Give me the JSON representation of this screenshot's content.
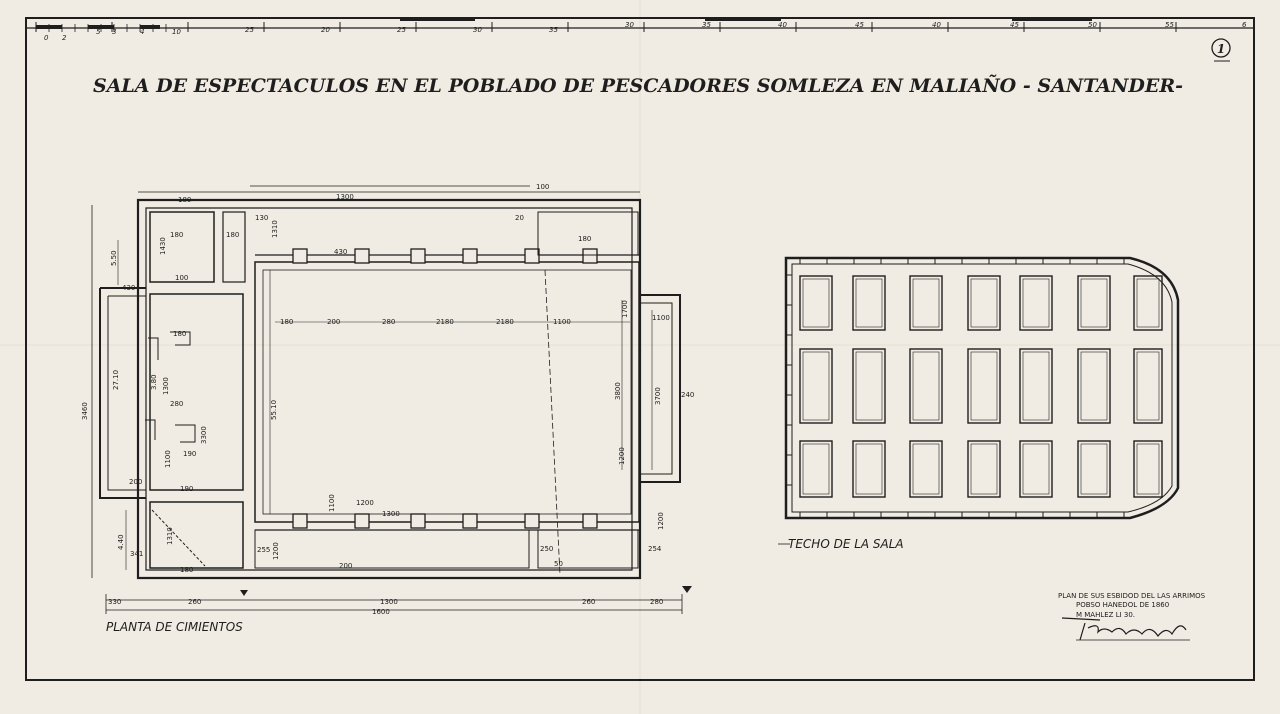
{
  "title": "SALA DE ESPECTACULOS EN EL POBLADO DE PESCADORES SOMLEZA EN MALIAÑO - SANTANDER-",
  "sheet_number": "1",
  "plan_label": "PLANTA DE CIMIENTOS",
  "ceiling_label": "TECHO DE LA SALA",
  "scale_bar": {
    "labels": [
      "0",
      "2",
      "5",
      "3",
      "4",
      "10",
      "25",
      "20",
      "25",
      "30",
      "35",
      "30",
      "35",
      "40",
      "45",
      "40",
      "45",
      "50",
      "55",
      "6"
    ]
  },
  "dimensions": {
    "overall_width": "1600",
    "overall_height": "3460",
    "bottom_left": "330",
    "bottom_260a": "260",
    "bottom_1300": "1300",
    "bottom_260b": "260",
    "bottom_280": "280",
    "top_180": "180",
    "top_1300": "1300",
    "top_100": "100",
    "left_500": "5.50",
    "left_380": "3.80",
    "left_2710": "27.10",
    "left_440": "4.40",
    "left_430": "430",
    "interior_5510": "55.10",
    "interior_3800": "3800",
    "right_3700": "3700",
    "right_240": "240",
    "right_1200": "1200",
    "row_180": "180",
    "row_200": "200",
    "row_280": "280",
    "row_2180": "2180",
    "row_2180b": "2180",
    "row_1100": "1100",
    "row_1100b": "1100",
    "upper_180": "180",
    "upper_130": "130",
    "upper_1430": "1430",
    "upper_180b": "180",
    "upper_100": "100",
    "upper_430": "430",
    "upper_1310": "1310",
    "upper_1700": "1700",
    "upper_180c": "180",
    "upper_20": "20",
    "lower_200": "200",
    "lower_190": "190",
    "lower_180": "180",
    "lower_250": "250",
    "lower_254": "254",
    "lower_200b": "200",
    "lower_50": "50",
    "lower_1310": "1310",
    "lower_255": "255",
    "lower_341": "341",
    "lower_1200": "1200",
    "mid_180": "180",
    "mid_190": "190",
    "mid_280": "280",
    "mid_1100": "1100",
    "mid_1300": "1300",
    "mid_3300": "3300",
    "mid_1200": "1200",
    "mid_1100b": "1100",
    "mid_1300b": "1300",
    "mid_1200b": "1200"
  },
  "approval_note": {
    "line1": "PLAN DE SUS ESBIDOD DEL LAS ARRIMOS",
    "line2": "POBSO HANEDOL DE 1860",
    "line3": "M MAHLEZ LI 30."
  },
  "signature_text": "R. Cantero Fajal",
  "colors": {
    "paper": "#f1ece3",
    "ink": "#1e1e1e"
  }
}
